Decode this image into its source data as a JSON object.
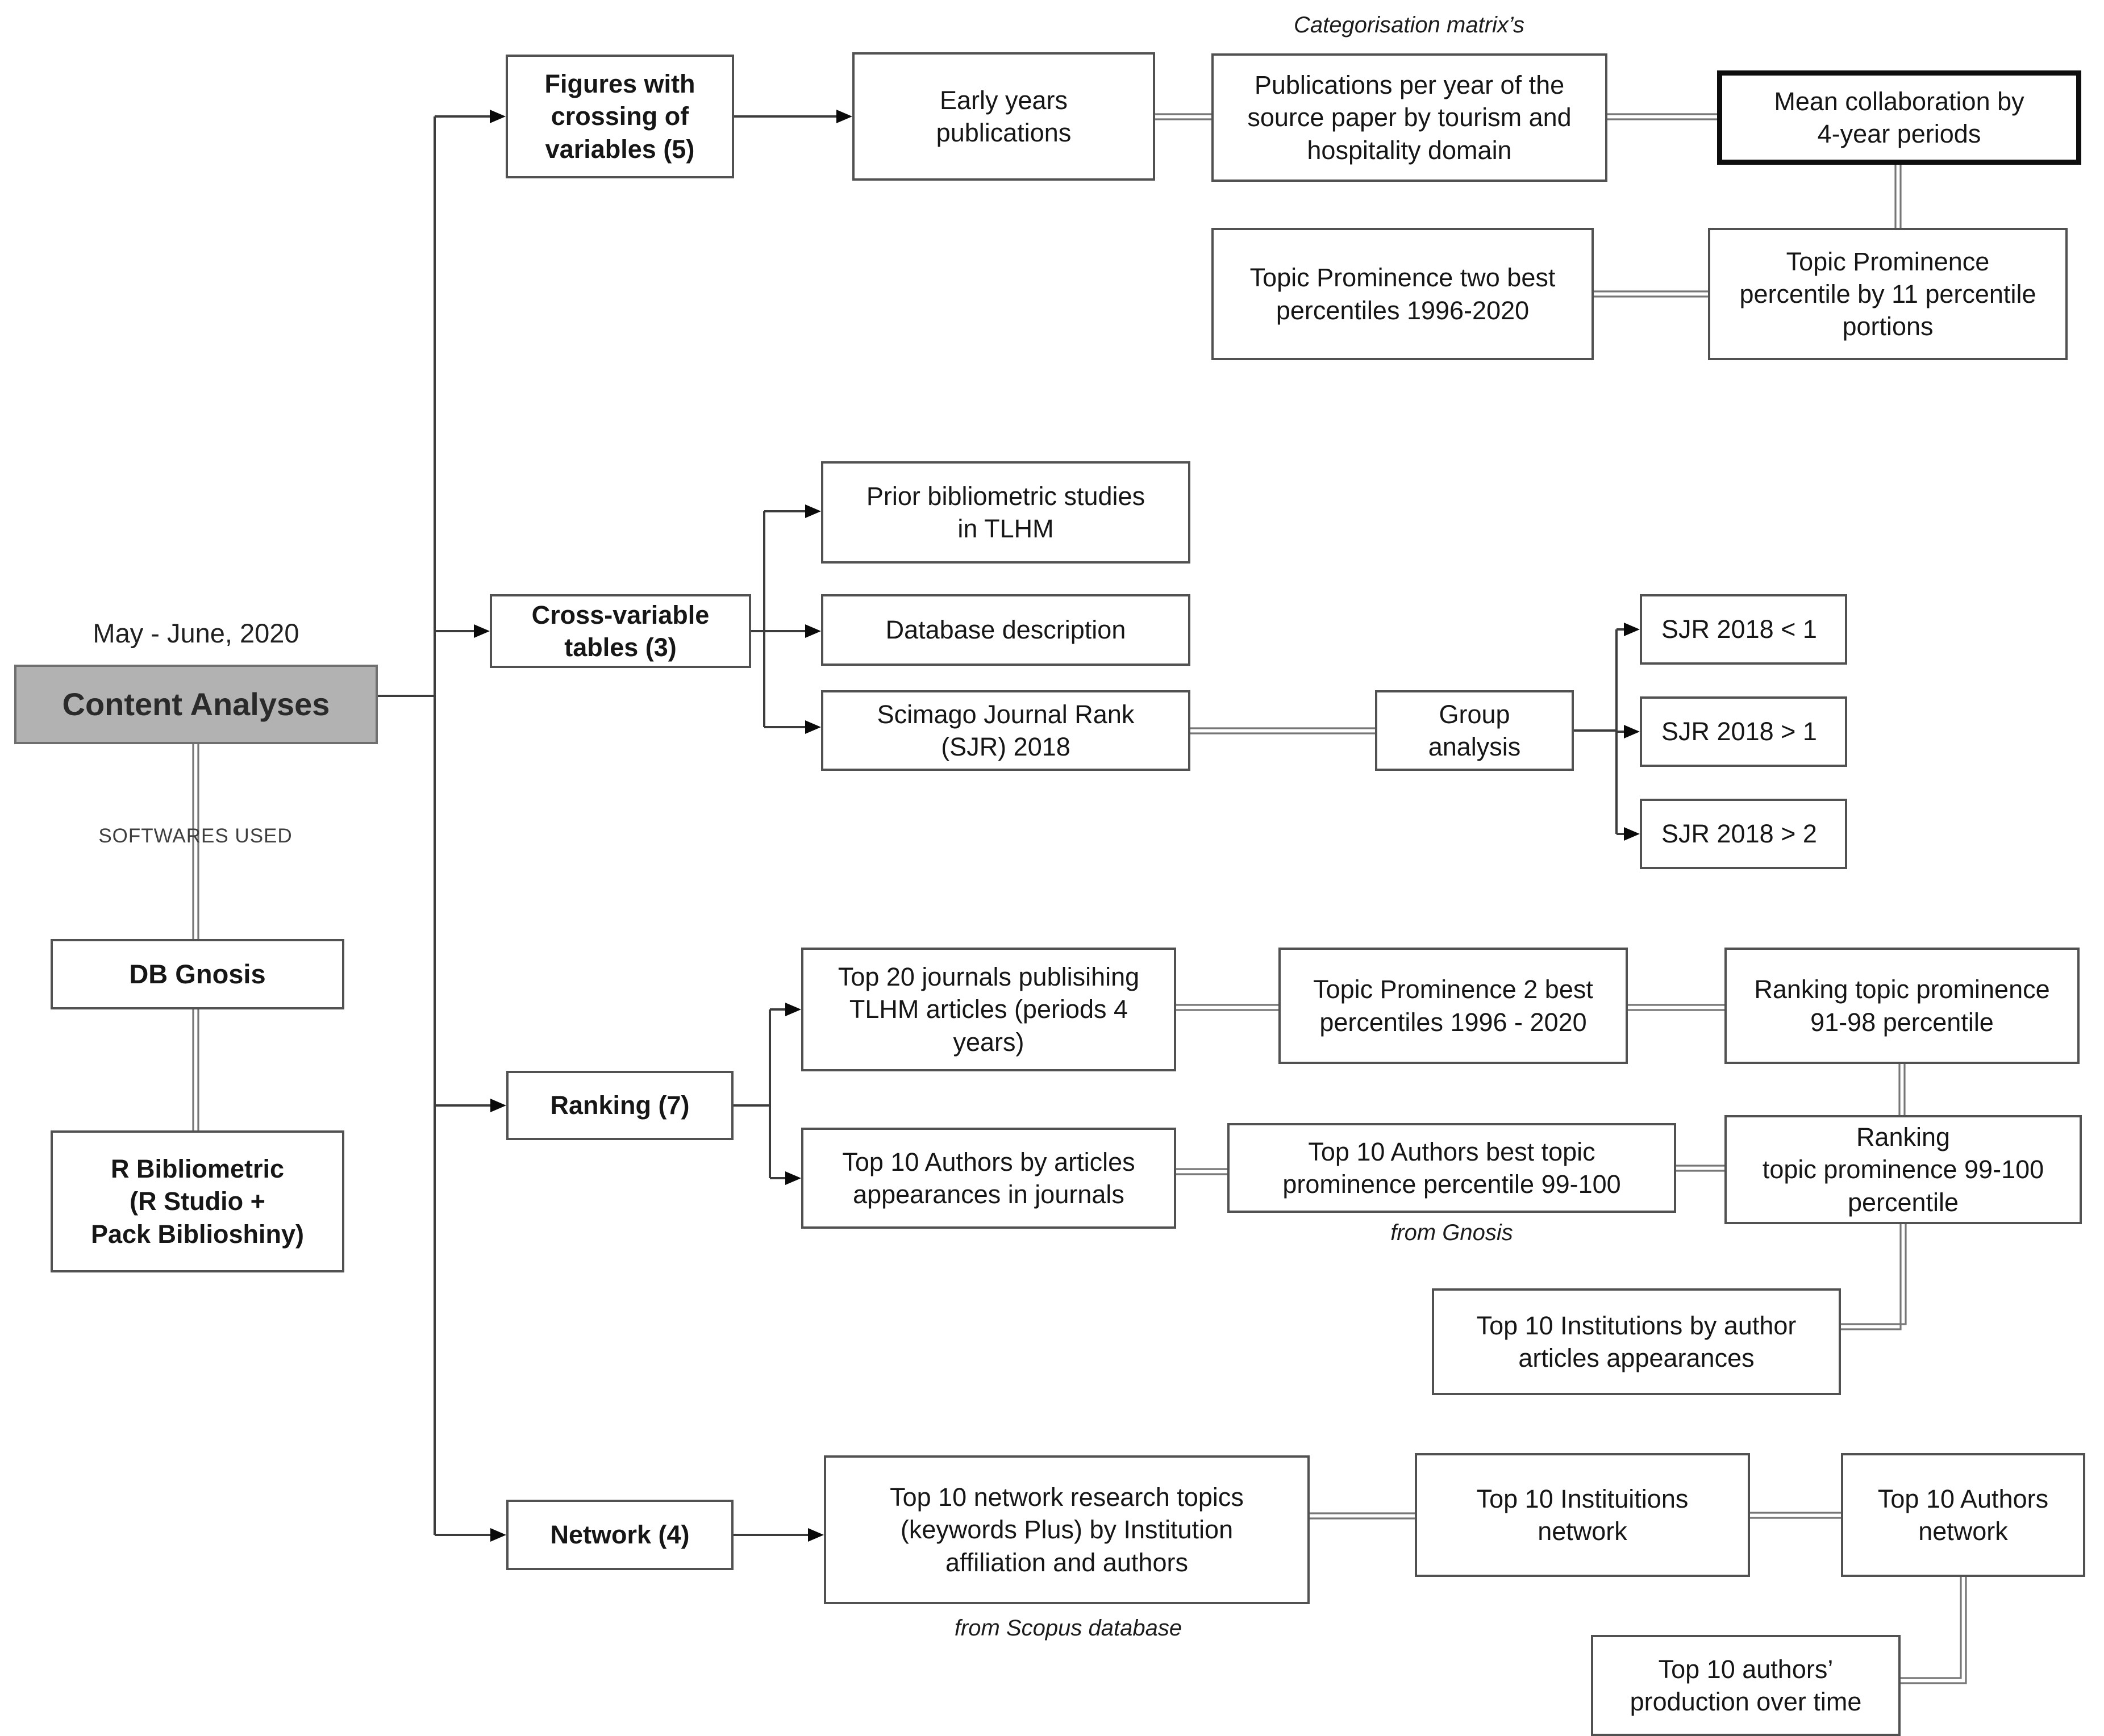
{
  "colors": {
    "root_fill": "#b2b2b2",
    "box_border": "#515151",
    "highlight_border": "#0e0e0e",
    "single_line": "#3c3c3c",
    "double_line": "#767676"
  },
  "left_column": {
    "date_label": "May - June, 2020",
    "root_label": "Content Analyses",
    "softwares_caption": "SOFTWARES USED",
    "db_gnosis": "DB Gnosis",
    "r_bibliometric": "R Bibliometric\n(R Studio +\nPack Biblioshiny)"
  },
  "figures_branch": {
    "category": "Figures with\ncrossing of\nvariables (5)",
    "early_years": "Early years\npublications",
    "matrix_caption": "Categorisation matrix’s",
    "publications_per_year": "Publications per year of the\nsource paper by tourism and\nhospitality domain",
    "mean_collaboration": "Mean collaboration by\n4-year periods",
    "tp_two_best": "Topic Prominence two best\npercentiles 1996-2020",
    "tp_11_portions": "Topic Prominence\npercentile by 11 percentile\nportions"
  },
  "cross_branch": {
    "category": "Cross-variable\ntables (3)",
    "prior_studies": "Prior bibliometric studies\nin TLHM",
    "database_description": "Database description",
    "scimago": "Scimago Journal Rank\n(SJR) 2018",
    "group_analysis": "Group\nanalysis",
    "sjr_lt1": "SJR 2018 < 1",
    "sjr_gt1": "SJR 2018 > 1",
    "sjr_gt2": "SJR 2018 > 2"
  },
  "ranking_branch": {
    "category": "Ranking (7)",
    "top20_journals": "Top 20 journals publisihing\nTLHM articles (periods 4\nyears)",
    "tp_2best": "Topic Prominence 2 best\npercentiles 1996 - 2020",
    "ranking_91_98": "Ranking topic prominence\n91-98 percentile",
    "top10_authors": "Top 10 Authors by articles\nappearances in journals",
    "top10_authors_best": "Top 10 Authors best topic\nprominence percentile 99-100",
    "from_gnosis": "from Gnosis",
    "ranking_99_100": "Ranking\ntopic prominence 99-100\npercentile",
    "top10_institutions": "Top 10 Institutions by author\narticles appearances"
  },
  "network_branch": {
    "category": "Network (4)",
    "top10_network_topics": "Top 10 network research topics\n(keywords Plus) by Institution\naffiliation and authors",
    "from_scopus": "from Scopus database",
    "top10_institutions_network": "Top 10 Instituitions\nnetwork",
    "top10_authors_network": "Top 10 Authors\nnetwork",
    "top10_authors_production": "Top 10 authors’\nproduction over time"
  }
}
